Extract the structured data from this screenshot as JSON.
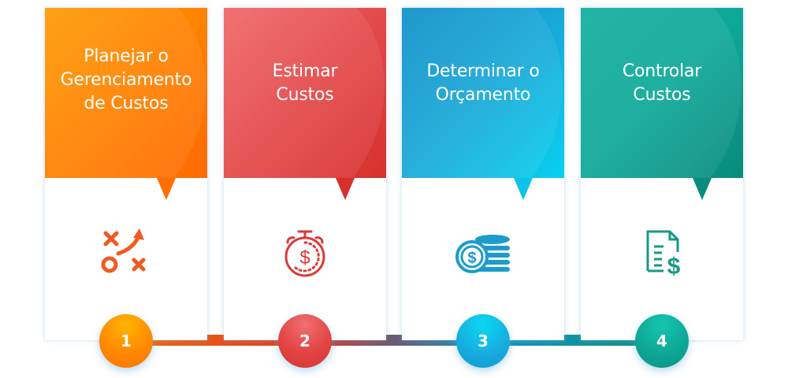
{
  "steps": [
    {
      "number": "1",
      "title_lines": [
        "Planejar o",
        "Gerenciamento",
        "de Custos"
      ],
      "title": "Planejar o Gerenciamento de Custos",
      "icon": "strategy-plan-icon",
      "color": "#ff7a00"
    },
    {
      "number": "2",
      "title_lines": [
        "Estimar",
        "Custos"
      ],
      "title": "Estimar Custos",
      "icon": "stopwatch-dollar-icon",
      "color": "#e0393a"
    },
    {
      "number": "3",
      "title_lines": [
        "Determinar o",
        "Orçamento"
      ],
      "title": "Determinar o Orçamento",
      "icon": "coins-dollar-icon",
      "color": "#1aa6d6"
    },
    {
      "number": "4",
      "title_lines": [
        "Controlar",
        "Custos"
      ],
      "title": "Controlar Custos",
      "icon": "document-dollar-icon",
      "color": "#0e9f8e"
    }
  ]
}
